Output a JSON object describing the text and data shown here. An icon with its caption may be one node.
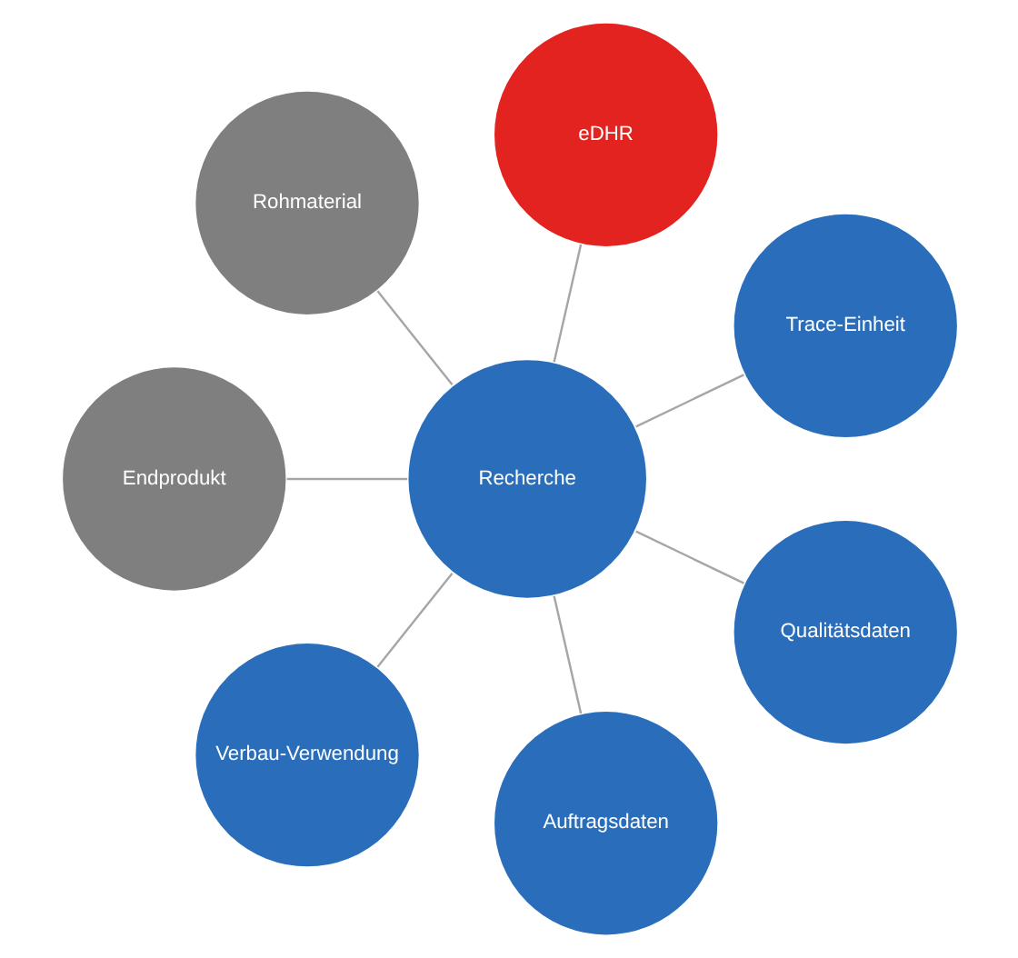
{
  "diagram": {
    "nodes": [
      {
        "text": [
          "Trace-Einheit"
        ]
      },
      {
        "text": [
          "eDHR"
        ]
      },
      {
        "text": [
          "Rohmaterial"
        ]
      },
      {
        "text": [
          "Recherche"
        ]
      },
      {
        "text": [
          "Endprodukt"
        ]
      },
      {
        "text": [
          "Verbau-Verwendung"
        ]
      },
      {
        "text": [
          "Auftragsdaten"
        ]
      },
      {
        "text": [
          "Qualitätsdaten"
        ]
      }
    ],
    "edges": [
      {
        "from": 3,
        "to": 0,
        "arrow": "none"
      },
      {
        "from": 3,
        "to": 1,
        "arrow": "none"
      },
      {
        "from": 3,
        "to": 2,
        "arrow": "none"
      },
      {
        "from": 3,
        "to": 4,
        "arrow": "none"
      },
      {
        "from": 3,
        "to": 5,
        "arrow": "none"
      },
      {
        "from": 3,
        "to": 6,
        "arrow": "none"
      },
      {
        "from": 3,
        "to": 7,
        "arrow": "none"
      }
    ]
  }
}
